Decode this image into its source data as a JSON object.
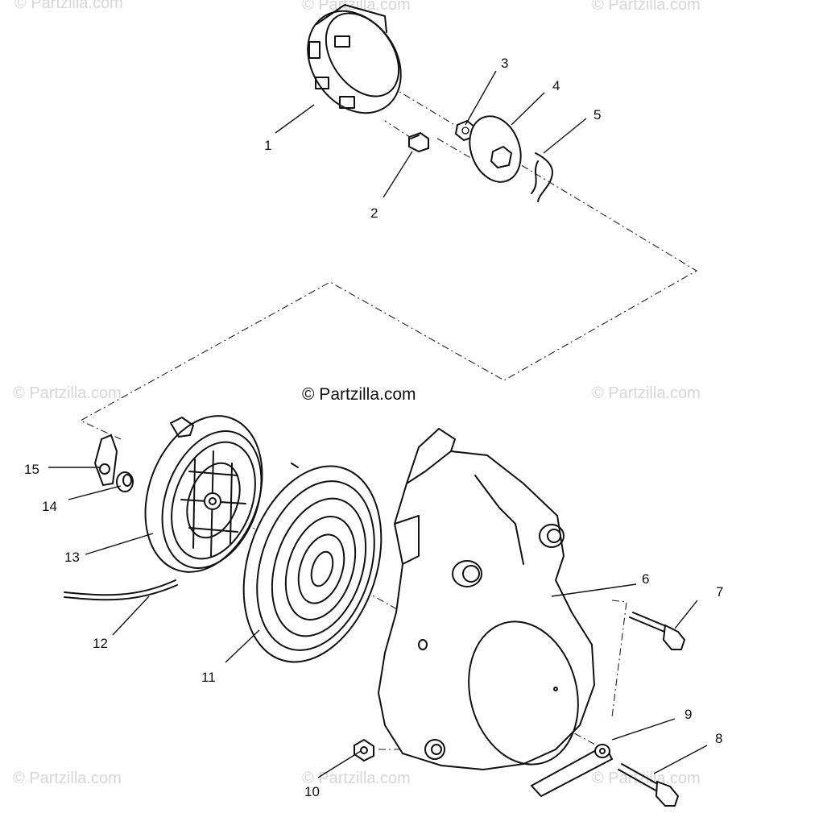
{
  "copyright": "© Partzilla.com",
  "watermark": "© Partzilla.com",
  "callouts": [
    "1",
    "2",
    "3",
    "4",
    "5",
    "6",
    "7",
    "8",
    "9",
    "10",
    "11",
    "12",
    "13",
    "14",
    "15"
  ]
}
